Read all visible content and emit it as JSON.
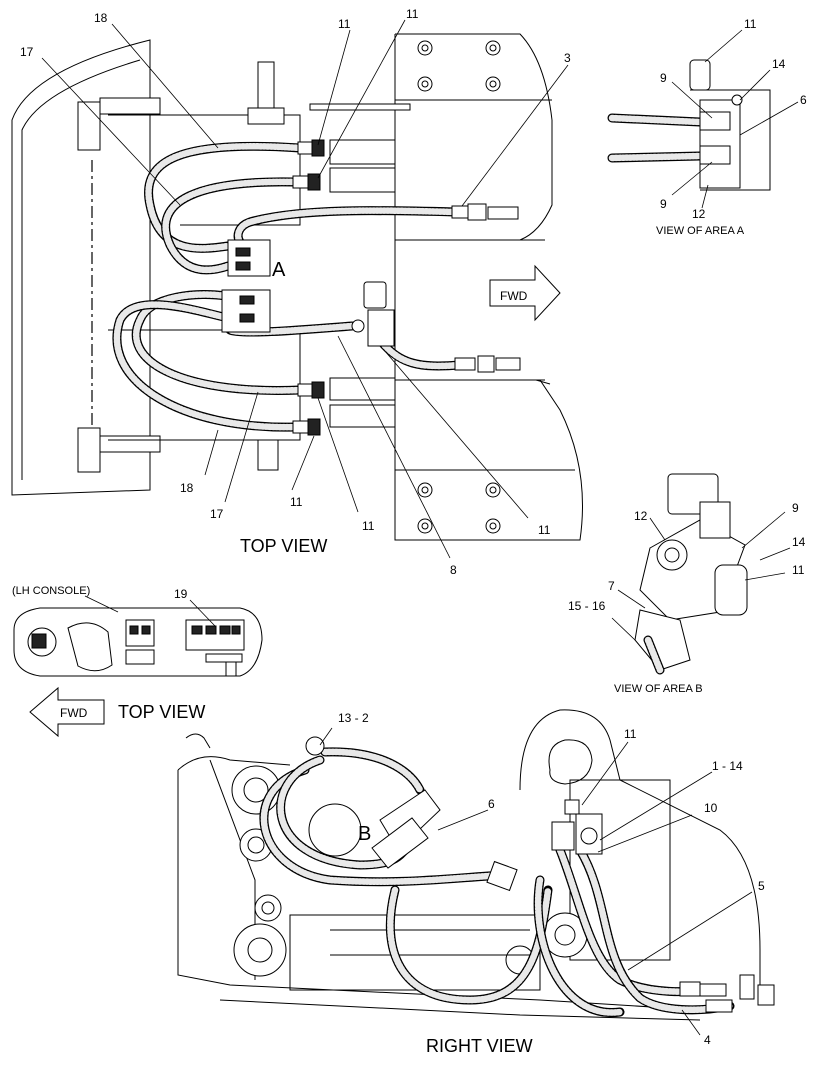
{
  "views": {
    "top_view_caption": "TOP VIEW",
    "top_view_console_caption": "TOP VIEW",
    "right_view_caption": "RIGHT VIEW",
    "area_a_caption": "VIEW OF AREA A",
    "area_b_caption": "VIEW OF AREA B",
    "console_label": "(LH CONSOLE)",
    "area_a_letter": "A",
    "area_b_letter": "B",
    "fwd_top": "FWD",
    "fwd_console": "FWD"
  },
  "callouts": {
    "top": {
      "c18a": "18",
      "c17a": "17",
      "c11a": "11",
      "c11b": "11",
      "c3": "3",
      "c18b": "18",
      "c17b": "17",
      "c11c": "11",
      "c11d": "11",
      "c8": "8",
      "c11e": "11"
    },
    "area_a": {
      "c11": "11",
      "c14": "14",
      "c9a": "9",
      "c6": "6",
      "c9b": "9",
      "c12": "12"
    },
    "area_b": {
      "c12": "12",
      "c9": "9",
      "c14": "14",
      "c11": "11",
      "c7": "7",
      "c1516": "15 - 16"
    },
    "console": {
      "c19": "19"
    },
    "right": {
      "c132": "13 - 2",
      "c6": "6",
      "c11": "11",
      "c114": "1 - 14",
      "c10": "10",
      "c5": "5",
      "c4": "4"
    }
  }
}
